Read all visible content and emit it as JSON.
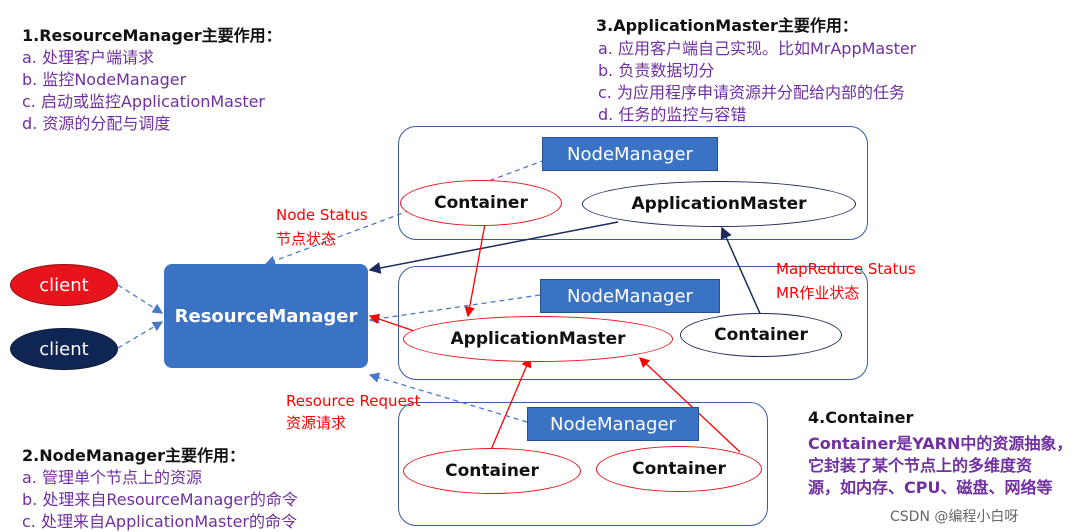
{
  "section1": {
    "title": "1.ResourceManager主要作用：",
    "items": [
      "a.   处理客户端请求",
      "b.   监控NodeManager",
      "c.   启动或监控ApplicationMaster",
      "d.   资源的分配与调度"
    ]
  },
  "section2": {
    "title": "2.NodeManager主要作用：",
    "items": [
      "a.   管理单个节点上的资源",
      "b.   处理来自ResourceManager的命令",
      "c.   处理来自ApplicationMaster的命令"
    ]
  },
  "section3": {
    "title": "3.ApplicationMaster主要作用：",
    "items": [
      "a. 应用客户端自己实现。比如MrAppMaster",
      "b. 负责数据切分",
      "c. 为应用程序申请资源并分配给内部的任务",
      "d. 任务的监控与容错"
    ]
  },
  "section4": {
    "title": "4.Container",
    "lines": [
      "Container是YARN中的资源抽象，",
      "它封装了某个节点上的多维度资",
      "源，如内存、CPU、磁盘、网络等"
    ]
  },
  "diagram": {
    "resource_manager": "ResourceManager",
    "client1": "client",
    "client2": "client",
    "node_manager": "NodeManager",
    "container": "Container",
    "application_master": "ApplicationMaster",
    "node_status_en": "Node Status",
    "node_status_zh": "节点状态",
    "mapreduce_status_en": "MapReduce Status",
    "mapreduce_status_zh": "MR作业状态",
    "resource_request_en": "Resource Request",
    "resource_request_zh": "资源请求"
  },
  "watermark": "CSDN @编程小白呀",
  "colors": {
    "accent": "#3a72c4",
    "purple": "#7030a0",
    "red": "#ff0000",
    "navy": "#1c2a5c"
  }
}
